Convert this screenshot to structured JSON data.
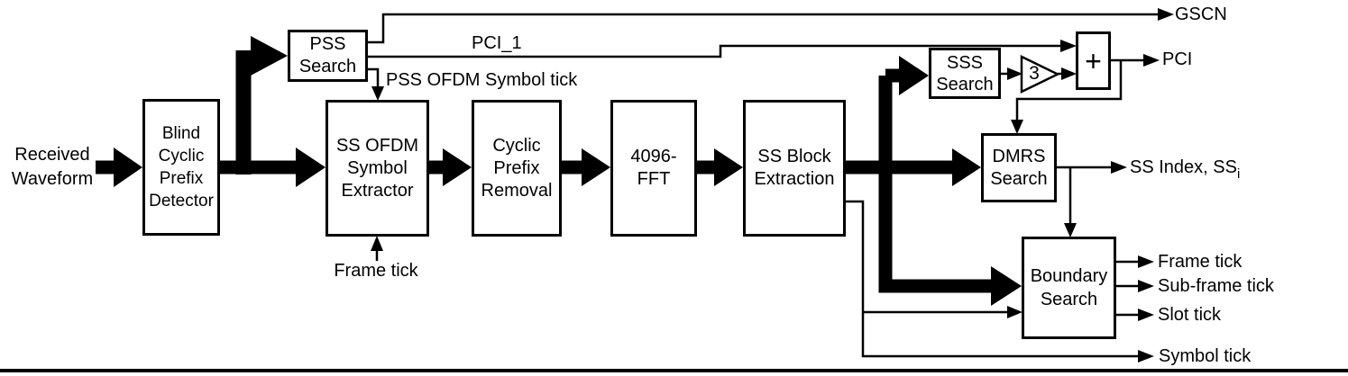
{
  "diagram": {
    "blocks": {
      "blind_cp_detector": "Blind\nCyclic\nPrefix\nDetector",
      "pss_search": "PSS\nSearch",
      "ss_ofdm_extractor": "SS OFDM\nSymbol\nExtractor",
      "cp_removal": "Cyclic\nPrefix\nRemoval",
      "fft": "4096-\nFFT",
      "ss_block_extraction": "SS Block\nExtraction",
      "sss_search": "SSS\nSearch",
      "gain": "3",
      "adder": "+",
      "dmrs_search": "DMRS\nSearch",
      "boundary_search": "Boundary\nSearch"
    },
    "labels": {
      "input": "Received\nWaveform",
      "gscn": "GSCN",
      "pci_1": "PCI_1",
      "pci": "PCI",
      "pss_ofdm_symbol_tick": "PSS OFDM Symbol tick",
      "frame_tick_input": "Frame tick",
      "ss_index_main": "SS Index, SS",
      "ss_index_sub": "i",
      "frame_tick": "Frame tick",
      "sub_frame_tick": "Sub-frame tick",
      "slot_tick": "Slot tick",
      "symbol_tick": "Symbol tick"
    },
    "colors": {
      "line": "#000000",
      "background": "#ffffff"
    }
  }
}
